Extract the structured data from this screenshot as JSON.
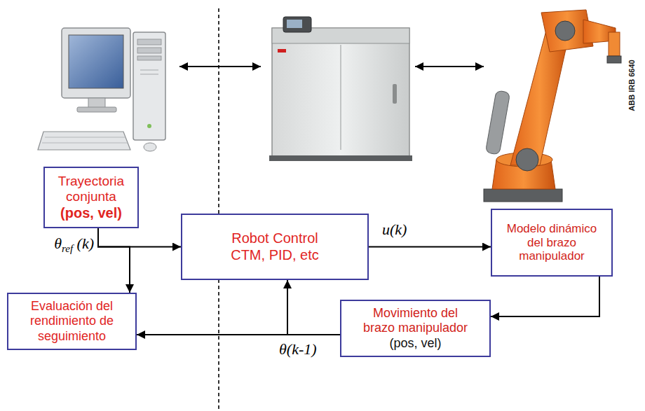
{
  "diagram": {
    "nodes": [
      {
        "text": [
          "Trayectoria conjunta",
          "(pos, vel)"
        ]
      },
      {
        "text": [
          "Robot Control",
          "CTM, PID, etc"
        ]
      },
      {
        "text": [
          "Modelo dinámico del brazo manipulador"
        ]
      },
      {
        "text": [
          "Evaluación del rendimiento de seguimiento"
        ]
      },
      {
        "text": [
          "Movimiento del brazo manipulador",
          "(pos, vel)"
        ]
      }
    ],
    "edges": [
      {
        "from": 0,
        "to": 1,
        "arrow": "to",
        "label": "θref (k)"
      },
      {
        "from": 0,
        "to": 3,
        "arrow": "to"
      },
      {
        "from": 1,
        "to": 2,
        "arrow": "to",
        "label": "u(k)"
      },
      {
        "from": 2,
        "to": 4,
        "arrow": "to"
      },
      {
        "from": 4,
        "to": 3,
        "arrow": "to",
        "label": "θ(k-1)"
      },
      {
        "from": 4,
        "to": 1,
        "arrow": "to"
      }
    ],
    "labels": [
      "ABB IRB 6640"
    ]
  }
}
